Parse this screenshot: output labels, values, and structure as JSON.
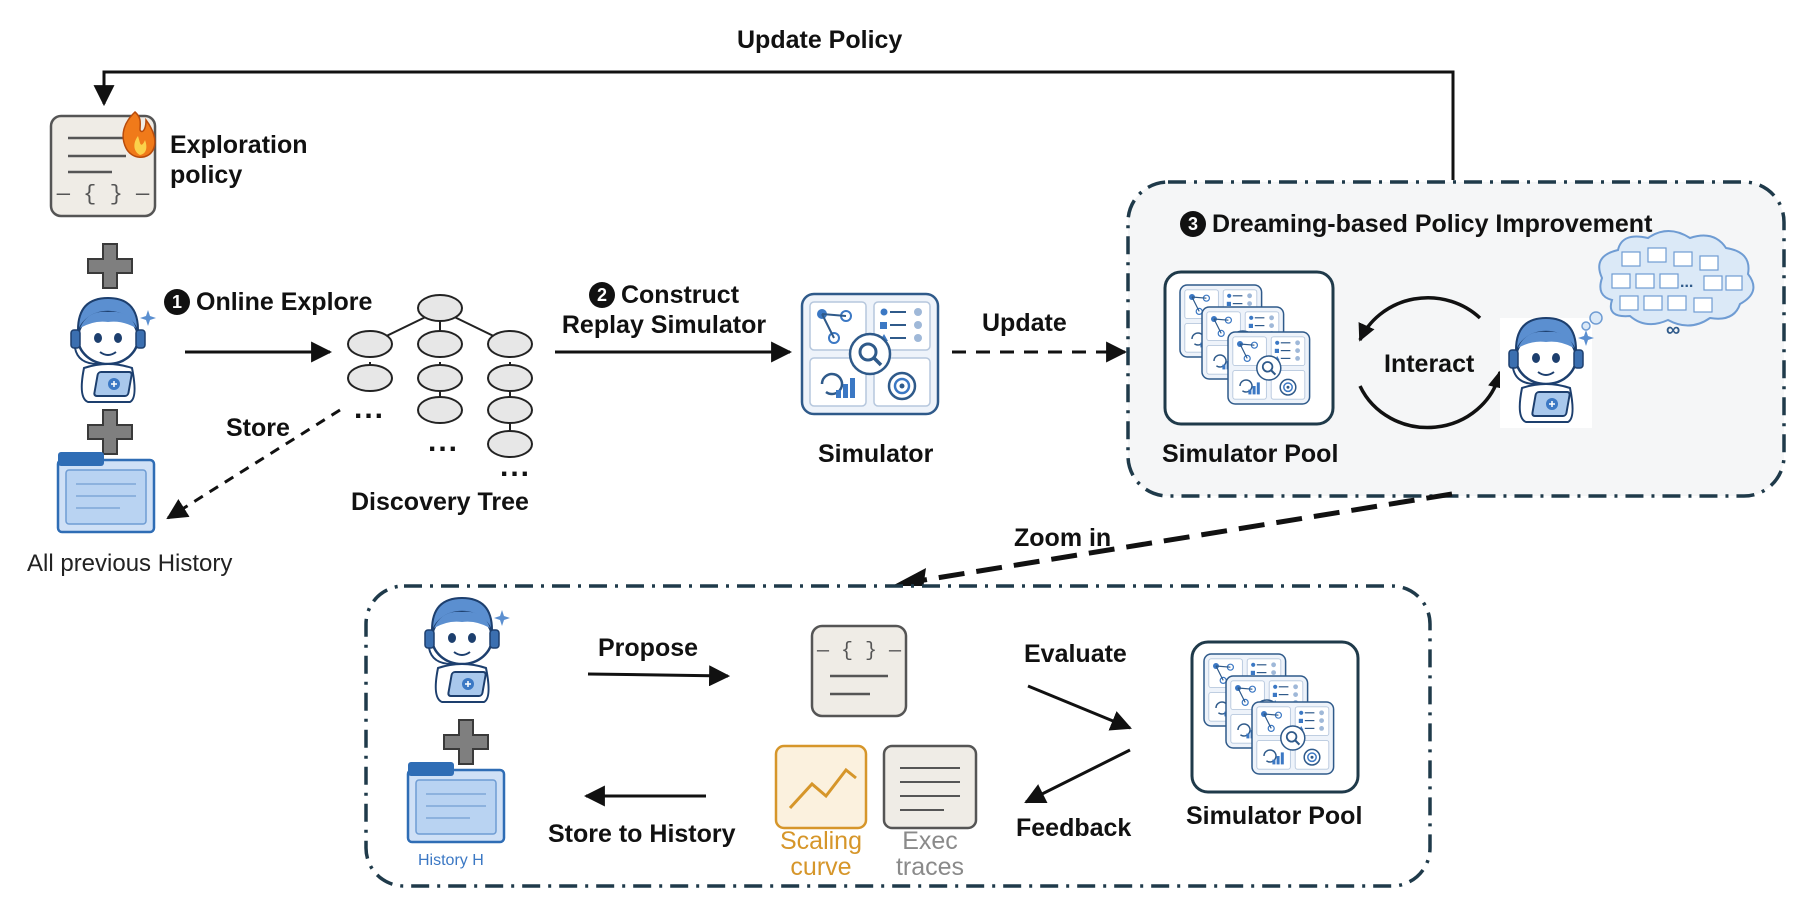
{
  "labels": {
    "update_policy": "Update Policy",
    "exploration_policy_line1": "Exploration",
    "exploration_policy_line2": "policy",
    "online_explore": "Online Explore",
    "construct_line1": "Construct",
    "construct_line2": "Replay Simulator",
    "update": "Update",
    "dreaming": "Dreaming-based Policy Improvement",
    "interact": "Interact",
    "simulator_pool_top": "Simulator Pool",
    "simulator": "Simulator",
    "store": "Store",
    "discovery_tree": "Discovery Tree",
    "all_previous_history": "All previous History",
    "zoom_in": "Zoom in",
    "propose": "Propose",
    "evaluate": "Evaluate",
    "feedback": "Feedback",
    "store_to_history": "Store to History",
    "simulator_pool_bottom": "Simulator Pool",
    "history_h": "History H",
    "scaling_line1": "Scaling",
    "scaling_line2": "curve",
    "exec_line1": "Exec",
    "exec_line2": "traces",
    "code_braces": "{ }",
    "ellipsis": "...",
    "infinity": "∞"
  },
  "steps": {
    "one": "1",
    "two": "2",
    "three": "3"
  },
  "colors": {
    "ink": "#111111",
    "panel_border": "#1f3a4a",
    "panel_fill": "#f5f6f7",
    "robot_blue": "#4a86c8",
    "history_blue": "#3b78c4",
    "scaling_orange": "#d6962a",
    "trace_gray": "#8a8a8a",
    "fire": "#f07a1a"
  },
  "icons": [
    "policy-doc-icon",
    "fire-icon",
    "plus-icon",
    "robot-agent-icon",
    "history-folder-icon",
    "simulator-icon",
    "cloud-thought-icon",
    "code-doc-icon",
    "scaling-curve-icon",
    "exec-traces-icon"
  ]
}
